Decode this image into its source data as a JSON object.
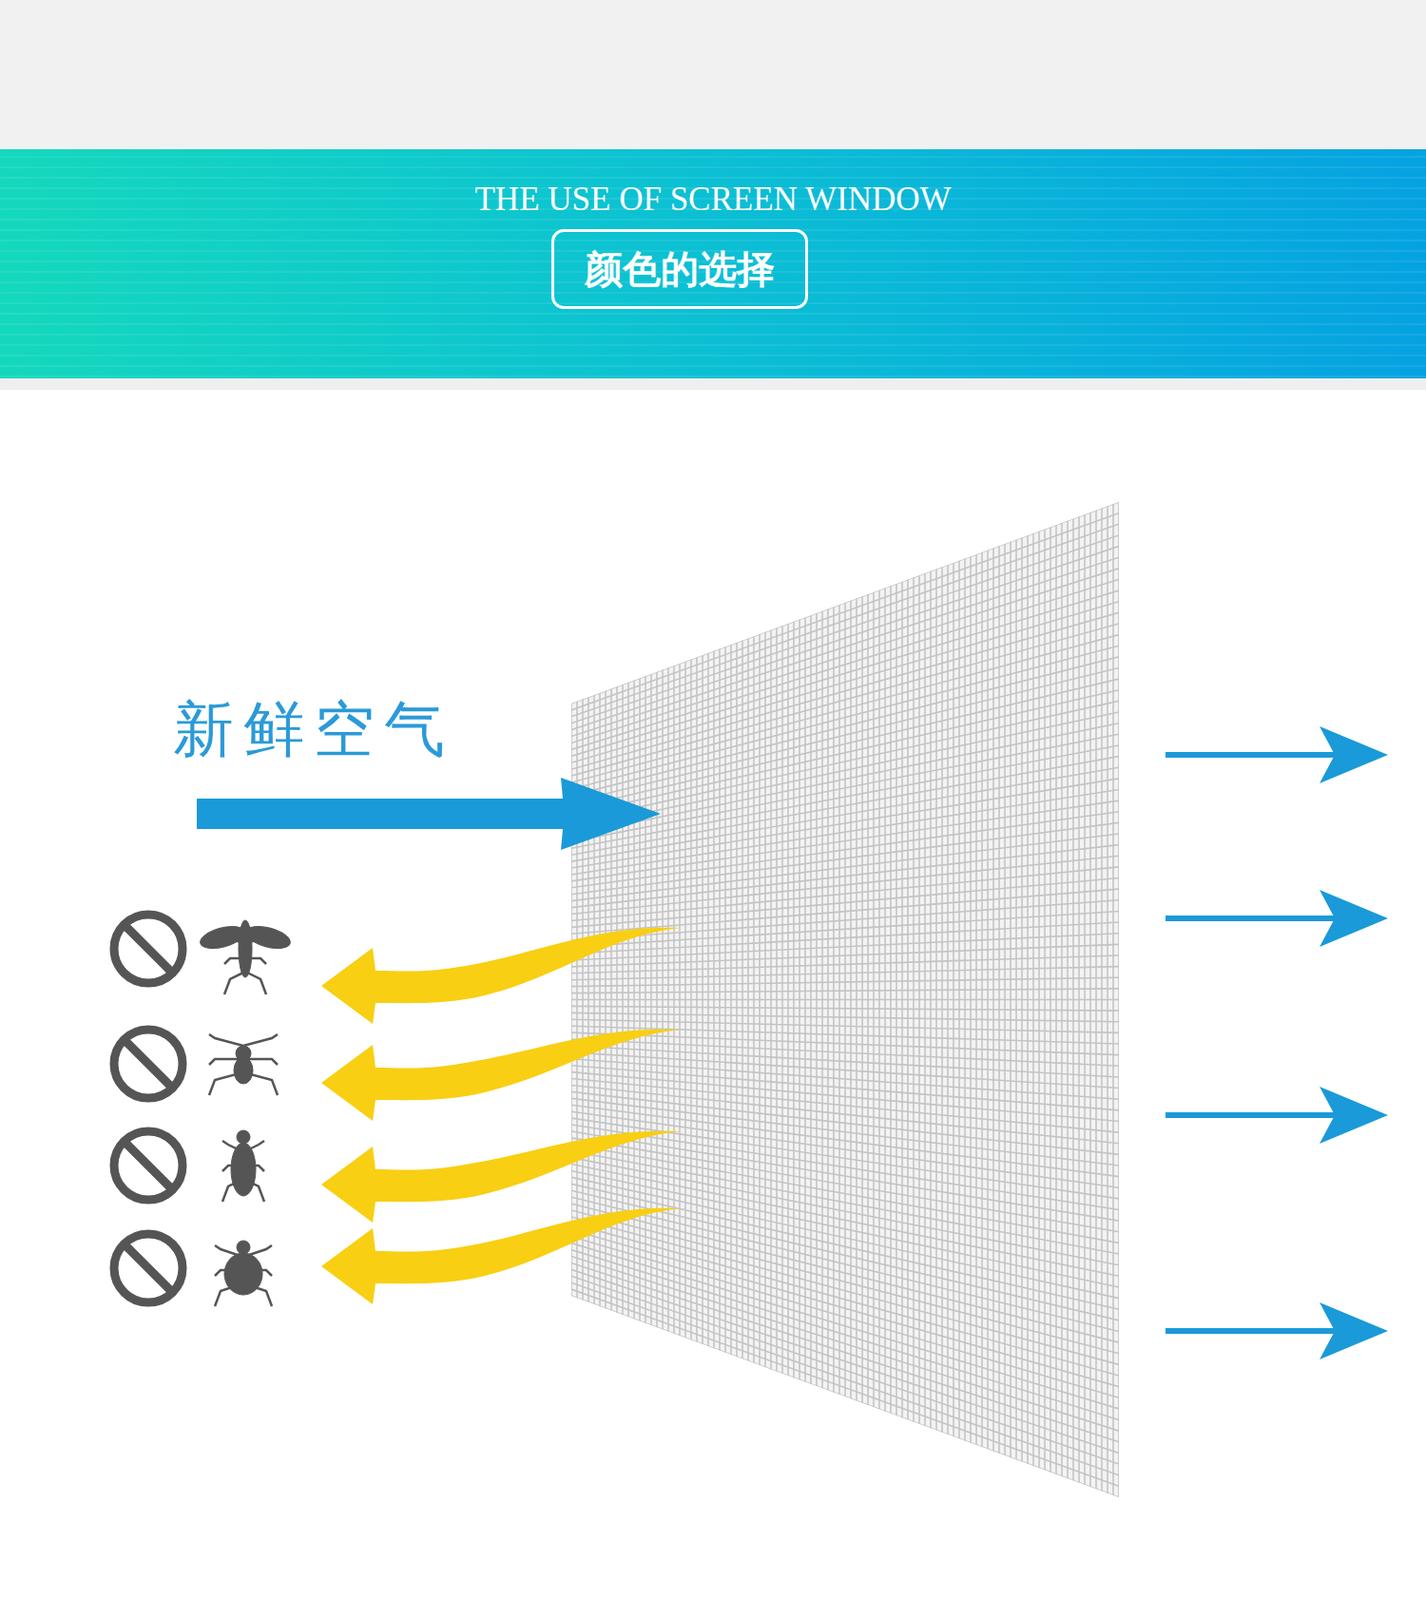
{
  "diagram": {
    "title": "THE USE OF SCREEN WINDOW",
    "nodes": [
      {
        "text": [
          "颜色的选择"
        ]
      }
    ],
    "labels": [
      "新鲜空气"
    ]
  }
}
